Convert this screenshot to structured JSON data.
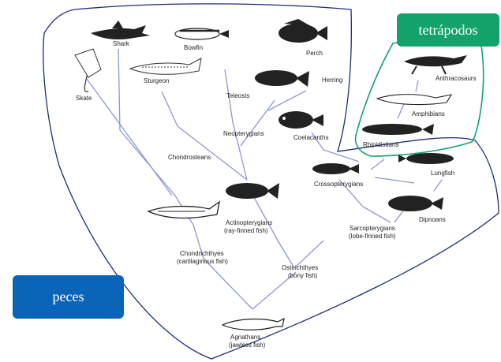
{
  "labels": {
    "shark": "Shark",
    "bowfin": "Bowfin",
    "perch": "Perch",
    "skate": "Skate",
    "sturgeon": "Sturgeon",
    "herring": "Herring",
    "teleosts": "Teleosts",
    "neopterygians": "Neopterygians",
    "coelacanths": "Coelacanths",
    "chondrosteans": "Chondrosteans",
    "crossopterygians": "Crossopterygians",
    "lungfish": "Lungfish",
    "actinopterygians": "Actinopterygians",
    "ray_finned": "(ray-finned fish)",
    "sarcopterygians": "Sarcopterygians",
    "lobe_finned": "(lobe-finned fish)",
    "dipnoans": "Dipnoans",
    "chondrichthyes": "Chondrichthyes",
    "cartilaginous": "(cartilaginous fish)",
    "osteichthyes": "Osteichthyes",
    "bony": "(bony fish)",
    "agnathans": "Agnathans",
    "jawless": "(jawless fish)",
    "anthracosaurs": "Anthracosaurs",
    "amphibians": "Amphibians",
    "rhipidistians": "Rhipidistians"
  },
  "badges": {
    "tetrapodos": "tetrápodos",
    "peces": "peces"
  },
  "colors": {
    "fish_outline": "#1d2d7a",
    "tetrapod_outline": "#12a36b",
    "tree_lines": "#8c96d6",
    "tetrapod_badge": "#12a36b",
    "fish_badge": "#0a64b8"
  }
}
